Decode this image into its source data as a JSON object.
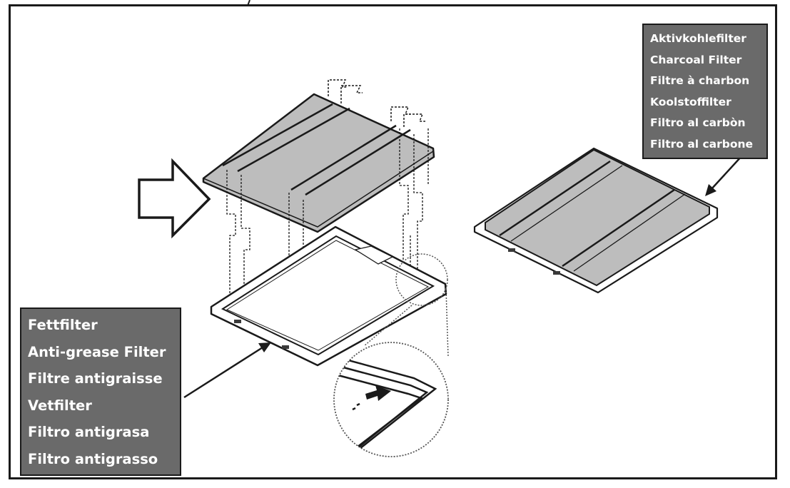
{
  "charcoal_filter_label": {
    "lines": [
      "Aktivkohlefilter",
      "Charcoal Filter",
      "Filtre à charbon",
      "Koolstoffilter",
      "Filtro al carbòn",
      "Filtro al carbone"
    ]
  },
  "grease_filter_label": {
    "lines": [
      "Fettfilter",
      "Anti-grease Filter",
      "Filtre antigraisse",
      "Vetfilter",
      "Filtro antigrasa",
      "Filtro antigrasso"
    ]
  },
  "colors": {
    "filter_fill": "#bdbdbd",
    "label_box_bg": "#6a6a6a",
    "line": "#1a1a1a"
  },
  "icons": [
    "insert-direction-arrow-icon",
    "detail-magnifier-icon",
    "push-arrow-icon"
  ]
}
